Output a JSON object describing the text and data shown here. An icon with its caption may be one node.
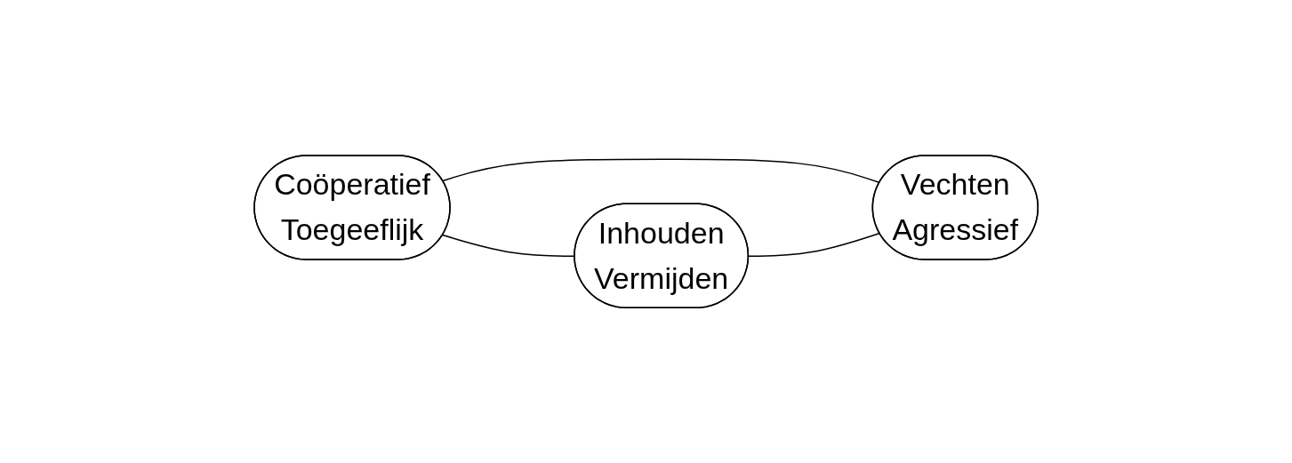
{
  "diagram": {
    "nodes": [
      {
        "text": [
          "Coöperatief",
          "Toegeeflijk"
        ]
      },
      {
        "text": [
          "Vechten",
          "Agressief"
        ]
      },
      {
        "text": [
          "Inhouden",
          "Vermijden"
        ]
      }
    ],
    "edges": [
      {
        "from": 0,
        "to": 1,
        "arrow": "none"
      },
      {
        "from": 0,
        "to": 2,
        "arrow": "none"
      },
      {
        "from": 2,
        "to": 1,
        "arrow": "none"
      }
    ]
  }
}
